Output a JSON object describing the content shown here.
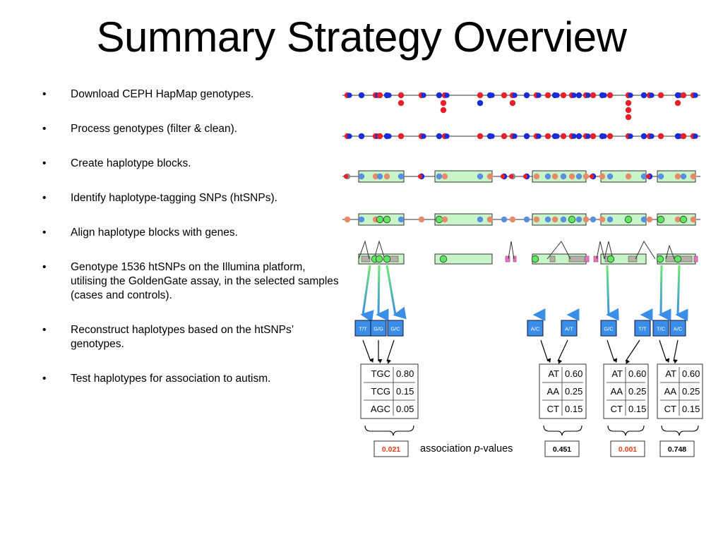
{
  "title": "Summary Strategy Overview",
  "bullet_glyph": "•",
  "bullets": [
    "Download CEPH HapMap genotypes.",
    "Process genotypes (filter & clean).",
    "Create haplotype blocks.",
    "Identify haplotype-tagging SNPs (htSNPs).",
    "Align haplotype blocks with genes.",
    "Genotype 1536 htSNPs on the Illumina platform, utilising the GoldenGate assay, in the selected samples (cases and controls).",
    "Reconstruct haplotypes based on the htSNPs’ genotypes.",
    "Test haplotypes for association to autism."
  ],
  "colors": {
    "red": "#e8202a",
    "blue": "#1a2bd8",
    "block_fill": "#c8f5c8",
    "tag_fill": "#3a8ee8",
    "green_dot": "#5ee85e",
    "gray": "#8a8a8a",
    "pink": "#ff6fc8",
    "sig_pvalue": "#e8401a"
  },
  "tags": [
    "T/T",
    "G/G",
    "G/C",
    "A/C",
    "A/T",
    "G/C",
    "T/T",
    "T/C",
    "A/C"
  ],
  "tables": [
    {
      "rows": [
        {
          "hap": "TGC",
          "freq": "0.80"
        },
        {
          "hap": "TCG",
          "freq": "0.15"
        },
        {
          "hap": "AGC",
          "freq": "0.05"
        }
      ]
    },
    {
      "rows": [
        {
          "hap": "AT",
          "freq": "0.60"
        },
        {
          "hap": "AA",
          "freq": "0.25"
        },
        {
          "hap": "CT",
          "freq": "0.15"
        }
      ]
    },
    {
      "rows": [
        {
          "hap": "AT",
          "freq": "0.60"
        },
        {
          "hap": "AA",
          "freq": "0.25"
        },
        {
          "hap": "CT",
          "freq": "0.15"
        }
      ]
    },
    {
      "rows": [
        {
          "hap": "AT",
          "freq": "0.60"
        },
        {
          "hap": "AA",
          "freq": "0.25"
        },
        {
          "hap": "CT",
          "freq": "0.15"
        }
      ]
    }
  ],
  "pvalues": [
    {
      "value": "0.021",
      "significant": true
    },
    {
      "value": "0.451",
      "significant": false
    },
    {
      "value": "0.001",
      "significant": true
    },
    {
      "value": "0.748",
      "significant": false
    }
  ],
  "pvalue_label": {
    "prefix": "association ",
    "italic": "p",
    "suffix": "-values"
  }
}
